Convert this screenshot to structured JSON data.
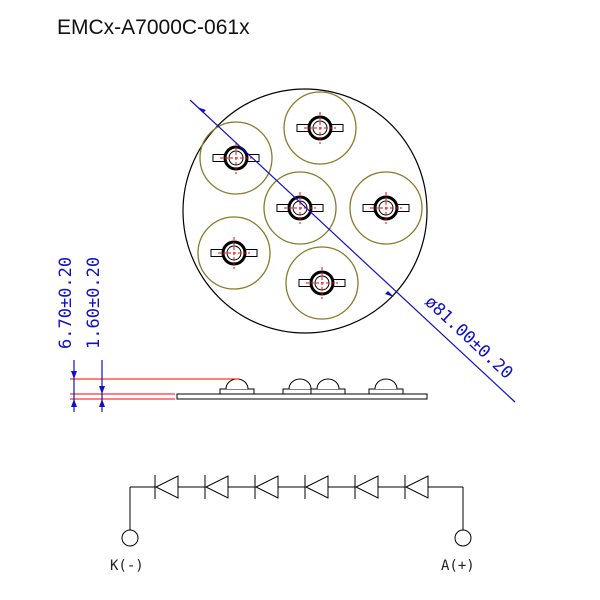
{
  "title": "EMCx-A7000C-061x",
  "dimensions": {
    "diameter": "ø81.00±0.20",
    "height_total": "6.70±0.20",
    "height_board": "1.60±0.20"
  },
  "terminals": {
    "cathode": "K(-)",
    "anode": "A(+)"
  },
  "led_count": 6,
  "colors": {
    "board_outline": "#000000",
    "led_ring": "#8a7a2a",
    "dimension": "#1010c8",
    "center_mark": "#ff0000",
    "schematic": "#000000"
  }
}
